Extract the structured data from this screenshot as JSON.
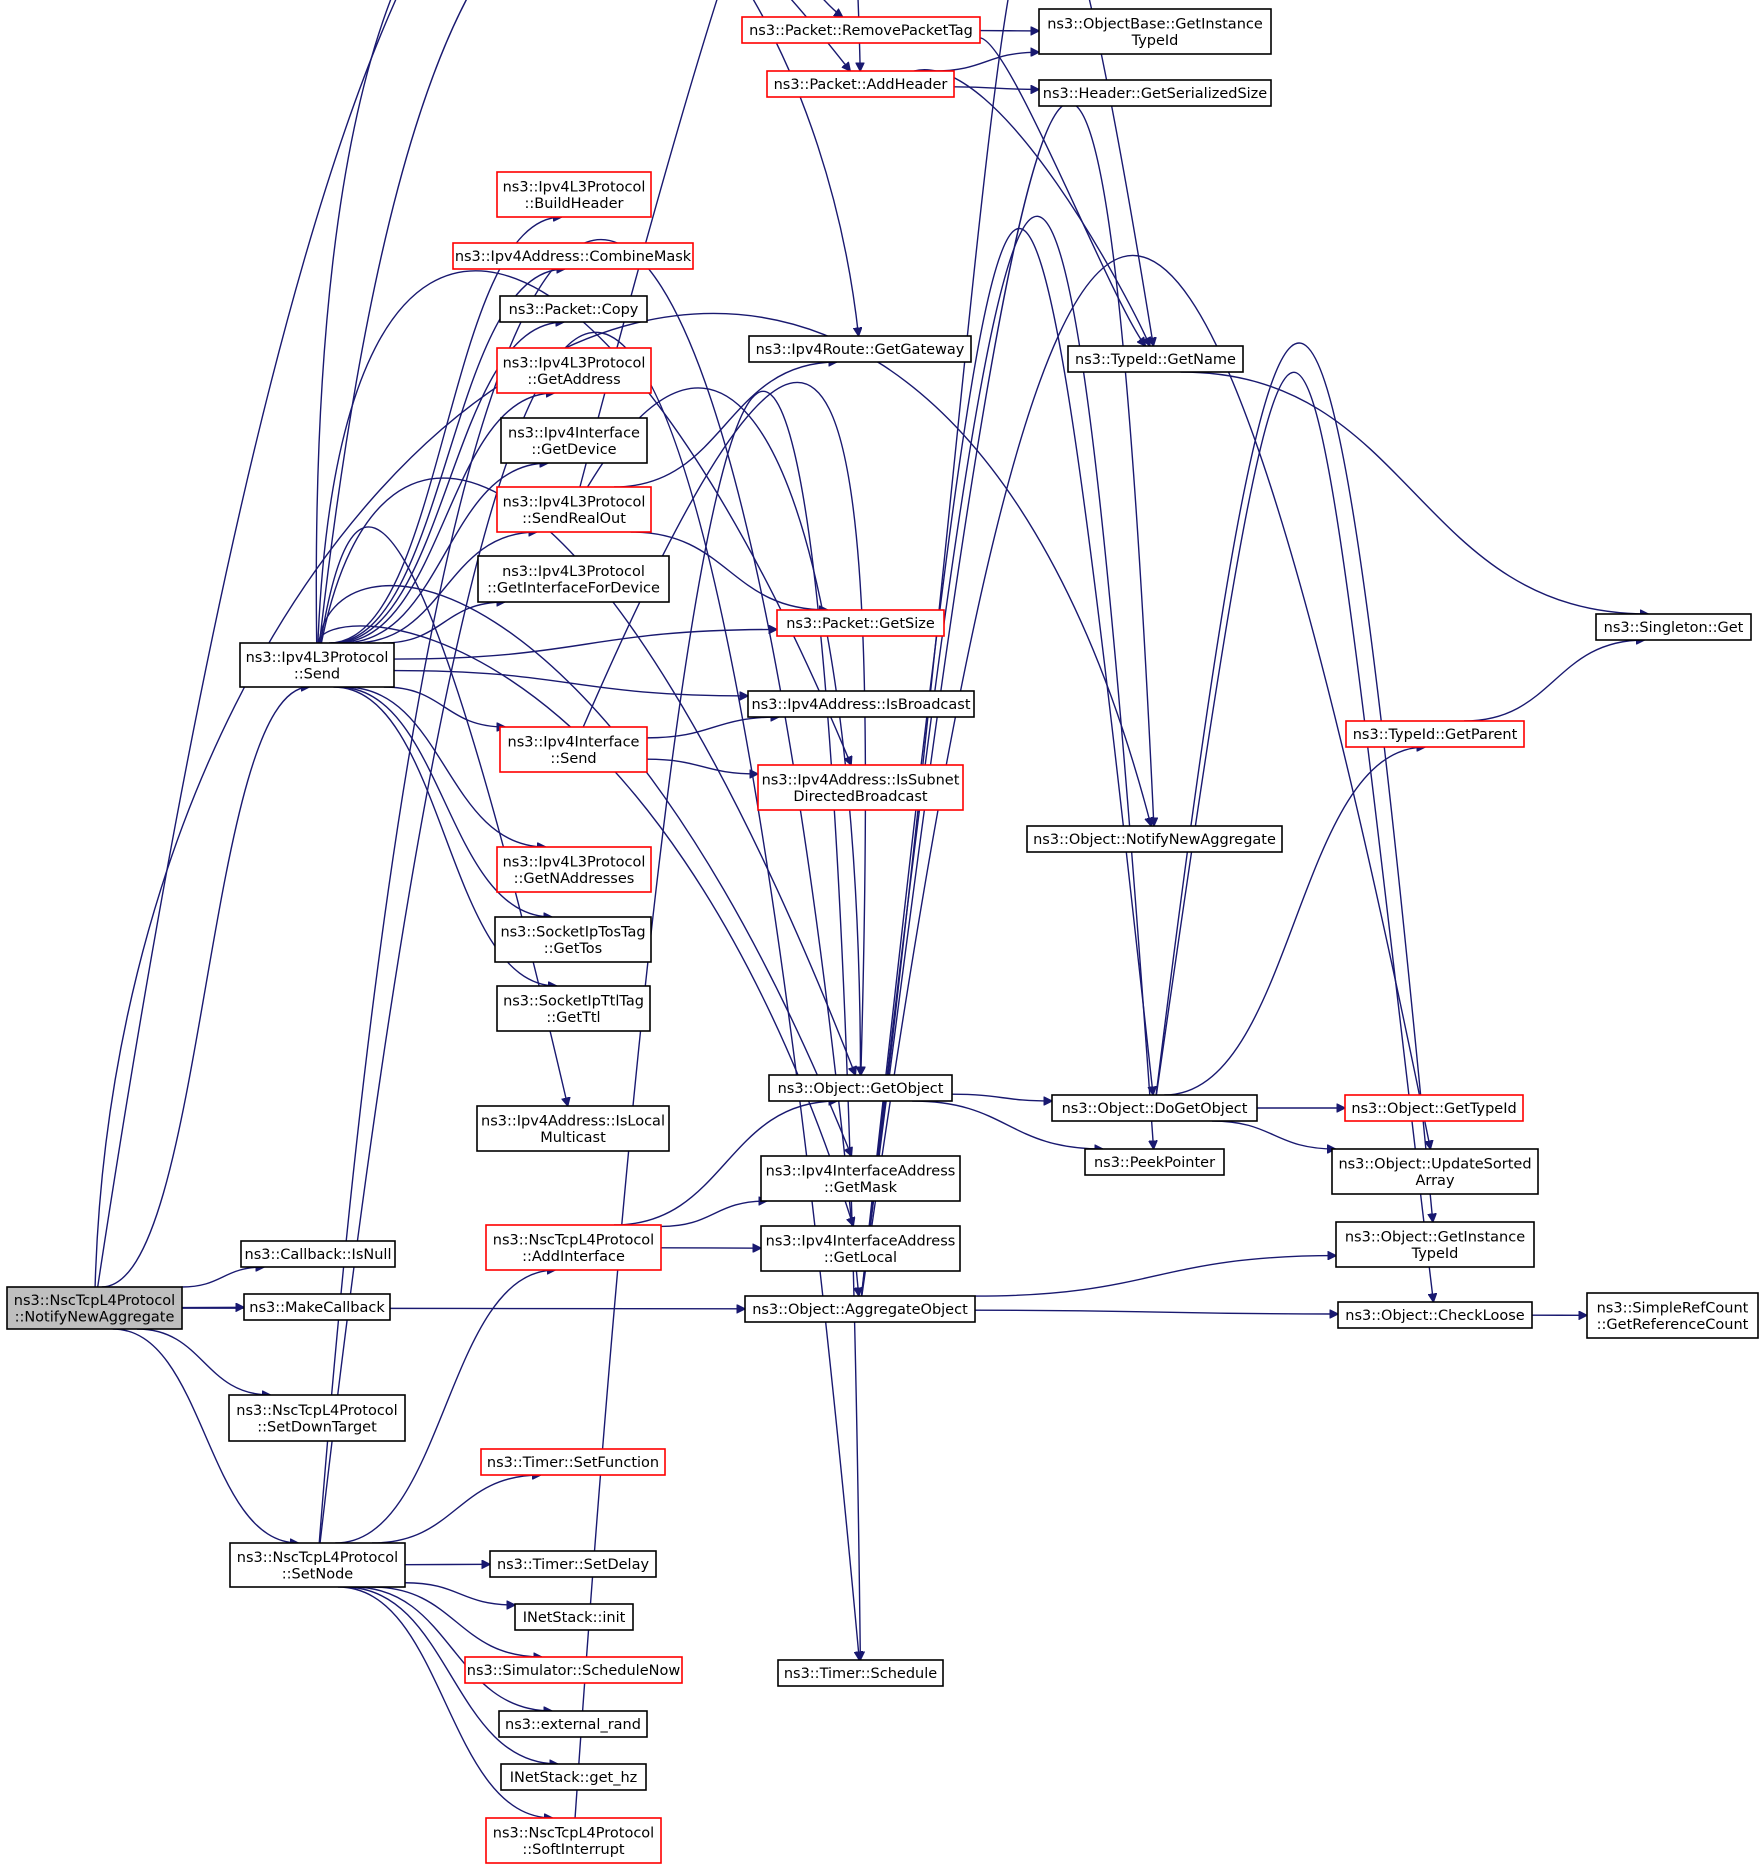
{
  "colors": {
    "edge": "#191970",
    "node_border_default": "#000000",
    "node_border_truncated": "#ff0000",
    "root_fill": "#bfbfbf"
  },
  "nodes": [
    {
      "id": "root",
      "lines": [
        "ns3::NscTcpL4Protocol",
        "::NotifyNewAggregate"
      ],
      "border": "black",
      "root": true
    },
    {
      "id": "ipv4_send",
      "lines": [
        "ns3::Ipv4L3Protocol",
        "::Send"
      ],
      "border": "black"
    },
    {
      "id": "cb_isnull",
      "lines": [
        "ns3::Callback::IsNull"
      ],
      "border": "black"
    },
    {
      "id": "makecb",
      "lines": [
        "ns3::MakeCallback"
      ],
      "border": "black"
    },
    {
      "id": "setdown",
      "lines": [
        "ns3::NscTcpL4Protocol",
        "::SetDownTarget"
      ],
      "border": "black"
    },
    {
      "id": "setnode",
      "lines": [
        "ns3::NscTcpL4Protocol",
        "::SetNode"
      ],
      "border": "black"
    },
    {
      "id": "buildheader",
      "lines": [
        "ns3::Ipv4L3Protocol",
        "::BuildHeader"
      ],
      "border": "red"
    },
    {
      "id": "combinemask",
      "lines": [
        "ns3::Ipv4Address::CombineMask"
      ],
      "border": "red"
    },
    {
      "id": "pkt_copy",
      "lines": [
        "ns3::Packet::Copy"
      ],
      "border": "black"
    },
    {
      "id": "getaddress",
      "lines": [
        "ns3::Ipv4L3Protocol",
        "::GetAddress"
      ],
      "border": "red"
    },
    {
      "id": "getdevice",
      "lines": [
        "ns3::Ipv4Interface",
        "::GetDevice"
      ],
      "border": "black"
    },
    {
      "id": "sendrealout",
      "lines": [
        "ns3::Ipv4L3Protocol",
        "::SendRealOut"
      ],
      "border": "red"
    },
    {
      "id": "getiffordev",
      "lines": [
        "ns3::Ipv4L3Protocol",
        "::GetInterfaceForDevice"
      ],
      "border": "black"
    },
    {
      "id": "ipv4if_send",
      "lines": [
        "ns3::Ipv4Interface",
        "::Send"
      ],
      "border": "red"
    },
    {
      "id": "getnaddr",
      "lines": [
        "ns3::Ipv4L3Protocol",
        "::GetNAddresses"
      ],
      "border": "red"
    },
    {
      "id": "gettos",
      "lines": [
        "ns3::SocketIpTosTag",
        "::GetTos"
      ],
      "border": "black"
    },
    {
      "id": "getttl",
      "lines": [
        "ns3::SocketIpTtlTag",
        "::GetTtl"
      ],
      "border": "black"
    },
    {
      "id": "islocalmc",
      "lines": [
        "ns3::Ipv4Address::IsLocal",
        "Multicast"
      ],
      "border": "black"
    },
    {
      "id": "addinterface",
      "lines": [
        "ns3::NscTcpL4Protocol",
        "::AddInterface"
      ],
      "border": "red"
    },
    {
      "id": "setfunction",
      "lines": [
        "ns3::Timer::SetFunction"
      ],
      "border": "red"
    },
    {
      "id": "setdelay",
      "lines": [
        "ns3::Timer::SetDelay"
      ],
      "border": "black"
    },
    {
      "id": "inetinit",
      "lines": [
        "INetStack::init"
      ],
      "border": "black"
    },
    {
      "id": "schednow",
      "lines": [
        "ns3::Simulator::ScheduleNow"
      ],
      "border": "red"
    },
    {
      "id": "extrand",
      "lines": [
        "ns3::external_rand"
      ],
      "border": "black"
    },
    {
      "id": "gethz",
      "lines": [
        "INetStack::get_hz"
      ],
      "border": "black"
    },
    {
      "id": "softint",
      "lines": [
        "ns3::NscTcpL4Protocol",
        "::SoftInterrupt"
      ],
      "border": "red"
    },
    {
      "id": "rmtag",
      "lines": [
        "ns3::Packet::RemovePacketTag"
      ],
      "border": "red"
    },
    {
      "id": "addheader",
      "lines": [
        "ns3::Packet::AddHeader"
      ],
      "border": "red"
    },
    {
      "id": "getgateway",
      "lines": [
        "ns3::Ipv4Route::GetGateway"
      ],
      "border": "black"
    },
    {
      "id": "getsize",
      "lines": [
        "ns3::Packet::GetSize"
      ],
      "border": "red"
    },
    {
      "id": "isbcast",
      "lines": [
        "ns3::Ipv4Address::IsBroadcast"
      ],
      "border": "black"
    },
    {
      "id": "issubnet",
      "lines": [
        "ns3::Ipv4Address::IsSubnet",
        "DirectedBroadcast"
      ],
      "border": "red"
    },
    {
      "id": "getobject",
      "lines": [
        "ns3::Object::GetObject"
      ],
      "border": "black"
    },
    {
      "id": "getmask",
      "lines": [
        "ns3::Ipv4InterfaceAddress",
        "::GetMask"
      ],
      "border": "black"
    },
    {
      "id": "getlocal",
      "lines": [
        "ns3::Ipv4InterfaceAddress",
        "::GetLocal"
      ],
      "border": "black"
    },
    {
      "id": "aggregate",
      "lines": [
        "ns3::Object::AggregateObject"
      ],
      "border": "black"
    },
    {
      "id": "timersched",
      "lines": [
        "ns3::Timer::Schedule"
      ],
      "border": "black"
    },
    {
      "id": "obb_getinst",
      "lines": [
        "ns3::ObjectBase::GetInstance",
        "TypeId"
      ],
      "border": "black"
    },
    {
      "id": "hdr_getsize",
      "lines": [
        "ns3::Header::GetSerializedSize"
      ],
      "border": "black"
    },
    {
      "id": "typeid_getname",
      "lines": [
        "ns3::TypeId::GetName"
      ],
      "border": "black"
    },
    {
      "id": "obj_notify",
      "lines": [
        "ns3::Object::NotifyNewAggregate"
      ],
      "border": "black"
    },
    {
      "id": "dogetobject",
      "lines": [
        "ns3::Object::DoGetObject"
      ],
      "border": "black"
    },
    {
      "id": "peekptr",
      "lines": [
        "ns3::PeekPointer"
      ],
      "border": "black"
    },
    {
      "id": "singleton",
      "lines": [
        "ns3::Singleton::Get"
      ],
      "border": "black"
    },
    {
      "id": "getparent",
      "lines": [
        "ns3::TypeId::GetParent"
      ],
      "border": "red"
    },
    {
      "id": "obj_gettypeid",
      "lines": [
        "ns3::Object::GetTypeId"
      ],
      "border": "red"
    },
    {
      "id": "updsorted",
      "lines": [
        "ns3::Object::UpdateSorted",
        "Array"
      ],
      "border": "black"
    },
    {
      "id": "obj_getinst",
      "lines": [
        "ns3::Object::GetInstance",
        "TypeId"
      ],
      "border": "black"
    },
    {
      "id": "checkloose",
      "lines": [
        "ns3::Object::CheckLoose"
      ],
      "border": "black"
    },
    {
      "id": "refcount",
      "lines": [
        "ns3::SimpleRefCount",
        "::GetReferenceCount"
      ],
      "border": "black"
    }
  ],
  "edges": [
    [
      "root",
      "ipv4_send"
    ],
    [
      "root",
      "cb_isnull"
    ],
    [
      "root",
      "makecb"
    ],
    [
      "root",
      "aggregate"
    ],
    [
      "root",
      "setdown"
    ],
    [
      "root",
      "setnode"
    ],
    [
      "root",
      "obj_notify"
    ],
    [
      "root",
      "rmtag"
    ],
    [
      "ipv4_send",
      "buildheader"
    ],
    [
      "ipv4_send",
      "combinemask"
    ],
    [
      "ipv4_send",
      "pkt_copy"
    ],
    [
      "ipv4_send",
      "getaddress"
    ],
    [
      "ipv4_send",
      "getdevice"
    ],
    [
      "ipv4_send",
      "sendrealout"
    ],
    [
      "ipv4_send",
      "getiffordev"
    ],
    [
      "ipv4_send",
      "getsize"
    ],
    [
      "ipv4_send",
      "isbcast"
    ],
    [
      "ipv4_send",
      "ipv4if_send"
    ],
    [
      "ipv4_send",
      "issubnet"
    ],
    [
      "ipv4_send",
      "getnaddr"
    ],
    [
      "ipv4_send",
      "gettos"
    ],
    [
      "ipv4_send",
      "getttl"
    ],
    [
      "ipv4_send",
      "getobject"
    ],
    [
      "ipv4_send",
      "islocalmc"
    ],
    [
      "ipv4_send",
      "getmask"
    ],
    [
      "ipv4_send",
      "getlocal"
    ],
    [
      "ipv4_send",
      "addheader"
    ],
    [
      "ipv4_send",
      "getgateway"
    ],
    [
      "sendrealout",
      "addheader"
    ],
    [
      "sendrealout",
      "getgateway"
    ],
    [
      "sendrealout",
      "getsize"
    ],
    [
      "sendrealout",
      "getobject"
    ],
    [
      "ipv4if_send",
      "isbcast"
    ],
    [
      "ipv4if_send",
      "issubnet"
    ],
    [
      "ipv4if_send",
      "getobject"
    ],
    [
      "setnode",
      "addinterface"
    ],
    [
      "setnode",
      "aggregate"
    ],
    [
      "setnode",
      "setfunction"
    ],
    [
      "setnode",
      "setdelay"
    ],
    [
      "setnode",
      "inetinit"
    ],
    [
      "setnode",
      "schednow"
    ],
    [
      "setnode",
      "extrand"
    ],
    [
      "setnode",
      "gethz"
    ],
    [
      "setnode",
      "softint"
    ],
    [
      "setnode",
      "timersched"
    ],
    [
      "addinterface",
      "getobject"
    ],
    [
      "addinterface",
      "getmask"
    ],
    [
      "addinterface",
      "getlocal"
    ],
    [
      "softint",
      "timersched"
    ],
    [
      "rmtag",
      "obb_getinst"
    ],
    [
      "rmtag",
      "typeid_getname"
    ],
    [
      "addheader",
      "obb_getinst"
    ],
    [
      "addheader",
      "hdr_getsize"
    ],
    [
      "addheader",
      "typeid_getname"
    ],
    [
      "typeid_getname",
      "singleton"
    ],
    [
      "getobject",
      "dogetobject"
    ],
    [
      "getobject",
      "peekptr"
    ],
    [
      "dogetobject",
      "getparent"
    ],
    [
      "dogetobject",
      "obj_gettypeid"
    ],
    [
      "dogetobject",
      "updsorted"
    ],
    [
      "dogetobject",
      "obj_getinst"
    ],
    [
      "dogetobject",
      "checkloose"
    ],
    [
      "getparent",
      "singleton"
    ],
    [
      "aggregate",
      "typeid_getname"
    ],
    [
      "aggregate",
      "obj_notify"
    ],
    [
      "aggregate",
      "dogetobject"
    ],
    [
      "aggregate",
      "peekptr"
    ],
    [
      "aggregate",
      "updsorted"
    ],
    [
      "aggregate",
      "obj_getinst"
    ],
    [
      "aggregate",
      "checkloose"
    ],
    [
      "checkloose",
      "refcount"
    ]
  ]
}
